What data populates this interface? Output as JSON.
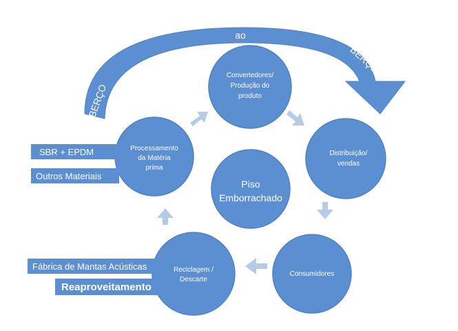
{
  "arc": {
    "left": "BERÇO",
    "middle": "ao",
    "right": "BERÇO"
  },
  "nodes": {
    "center": [
      "Piso",
      "Emborrachado"
    ],
    "converters": [
      "Convertedores/",
      "Produção do",
      "produto"
    ],
    "distribution": [
      "Distribuição/",
      "vendas"
    ],
    "consumers": [
      "Consumidores"
    ],
    "recycling": [
      "Reciclagem /",
      "Descarte"
    ],
    "processing": [
      "Processamento",
      "da Matéria",
      "prima"
    ]
  },
  "inputs": {
    "sbr": "SBR + EPDM",
    "others": "Outros Materiais"
  },
  "outputs": {
    "mats": "Fábrica de Mantas Acústicas",
    "reuse": "Reaproveitamento"
  },
  "colors": {
    "circle": "#5b8fd2",
    "circle_stroke": "#4f82c4",
    "arrow": "#b6cbe6",
    "arc": "#5b8fd2",
    "text": "#ffffff"
  }
}
